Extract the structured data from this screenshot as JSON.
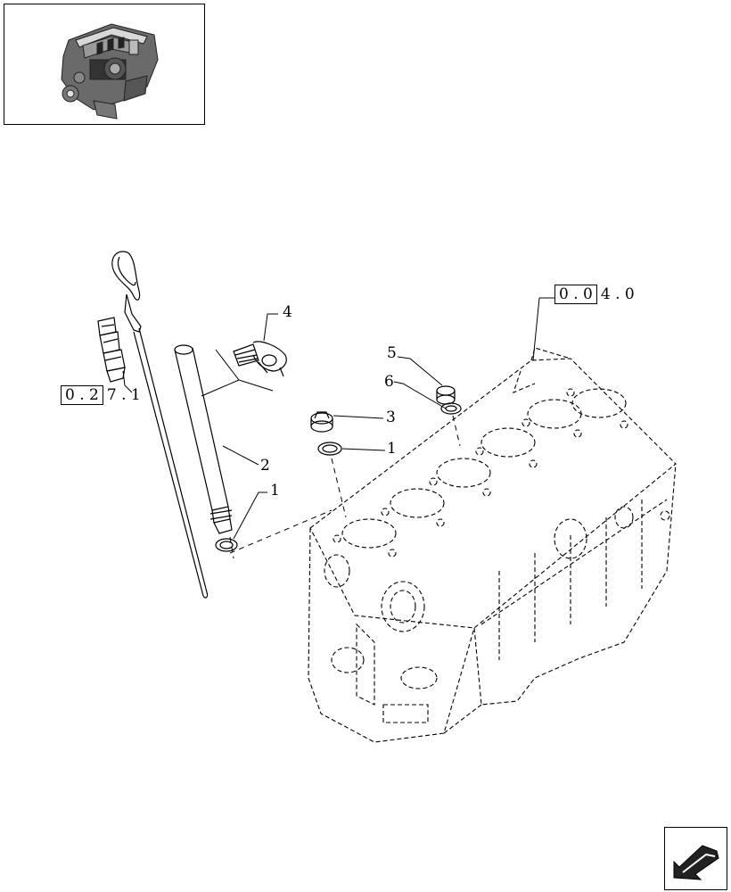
{
  "thumbnail": {
    "icon": "engine-thumbnail-icon"
  },
  "references": [
    {
      "boxed": "0 . 0",
      "rest": "4 . 0"
    },
    {
      "boxed": "0 . 2",
      "rest": "7 . 1"
    }
  ],
  "callouts": [
    {
      "number": "1",
      "part": "upper"
    },
    {
      "number": "1",
      "part": "lower"
    },
    {
      "number": "2"
    },
    {
      "number": "3"
    },
    {
      "number": "4"
    },
    {
      "number": "5"
    },
    {
      "number": "6"
    }
  ],
  "navigation": {
    "icon": "arrow-back-icon"
  }
}
